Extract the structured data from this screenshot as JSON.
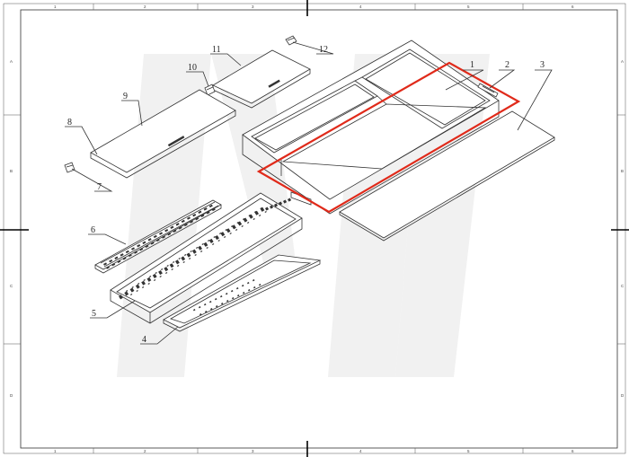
{
  "border": {
    "columns": [
      "1",
      "2",
      "3",
      "4",
      "5",
      "6"
    ],
    "rows": [
      "A",
      "B",
      "C",
      "D"
    ]
  },
  "parts": [
    {
      "id": "1",
      "label": "1"
    },
    {
      "id": "2",
      "label": "2"
    },
    {
      "id": "3",
      "label": "3"
    },
    {
      "id": "4",
      "label": "4"
    },
    {
      "id": "5",
      "label": "5"
    },
    {
      "id": "6",
      "label": "6"
    },
    {
      "id": "7",
      "label": "7"
    },
    {
      "id": "8",
      "label": "8"
    },
    {
      "id": "9",
      "label": "9"
    },
    {
      "id": "10",
      "label": "10"
    },
    {
      "id": "11",
      "label": "11"
    },
    {
      "id": "12",
      "label": "12"
    }
  ],
  "highlight": {
    "part": "1",
    "color": "#e02a1a"
  },
  "watermark_color": "#f1f1f1"
}
